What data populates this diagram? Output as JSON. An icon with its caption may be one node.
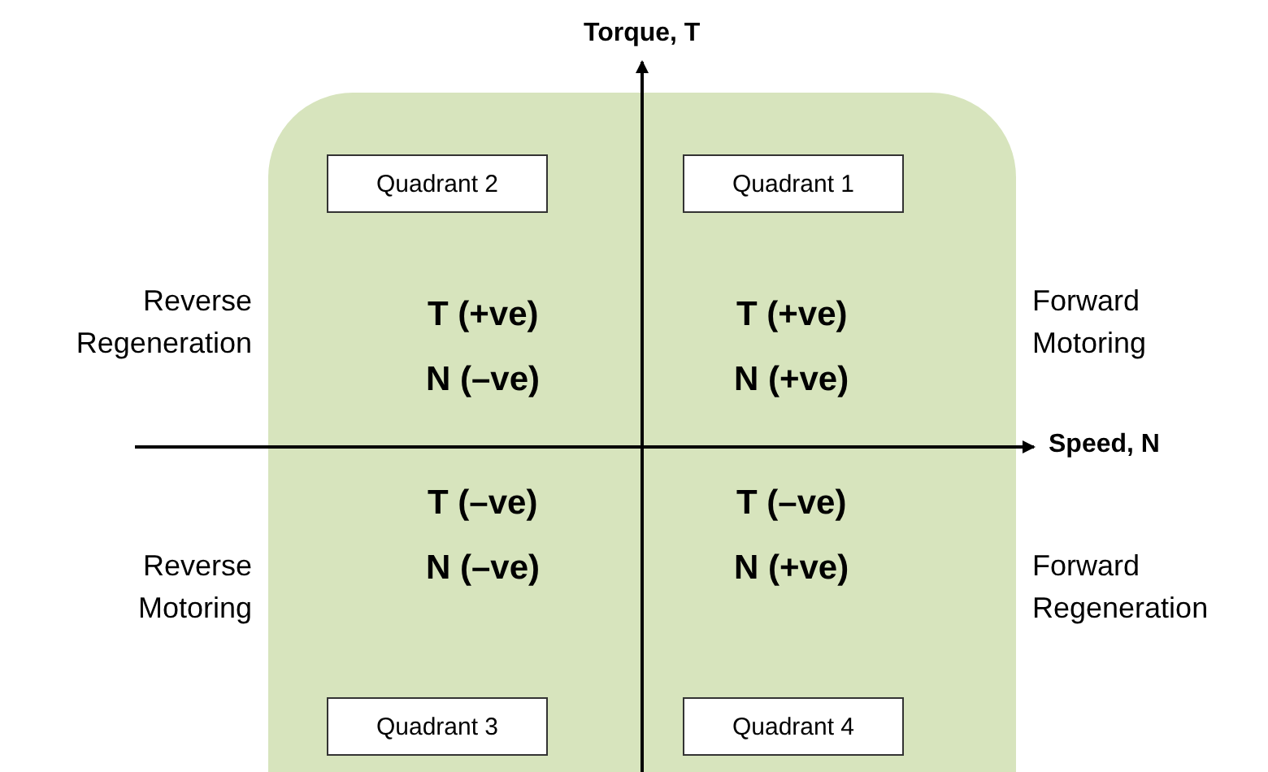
{
  "diagram": {
    "nodes": [
      {
        "text": [],
        "shape": "box"
      },
      {
        "text": [
          "Quadrant 2"
        ],
        "in": 0
      },
      {
        "text": [
          "Quadrant 1"
        ],
        "in": 0
      },
      {
        "text": [
          "Quadrant 3"
        ],
        "in": 0
      },
      {
        "text": [
          "Quadrant 4"
        ],
        "in": 0
      }
    ],
    "edges": [],
    "labels": [
      "Torque, T",
      "Reverse Regeneration",
      "T (+ve)",
      "N (–ve)",
      "T (+ve)",
      "N (+ve)",
      "Forward Motoring",
      "Speed, N",
      "T (–ve)",
      "N (–ve)",
      "T (–ve)",
      "N (+ve)",
      "Reverse Motoring",
      "Forward Regeneration"
    ]
  }
}
